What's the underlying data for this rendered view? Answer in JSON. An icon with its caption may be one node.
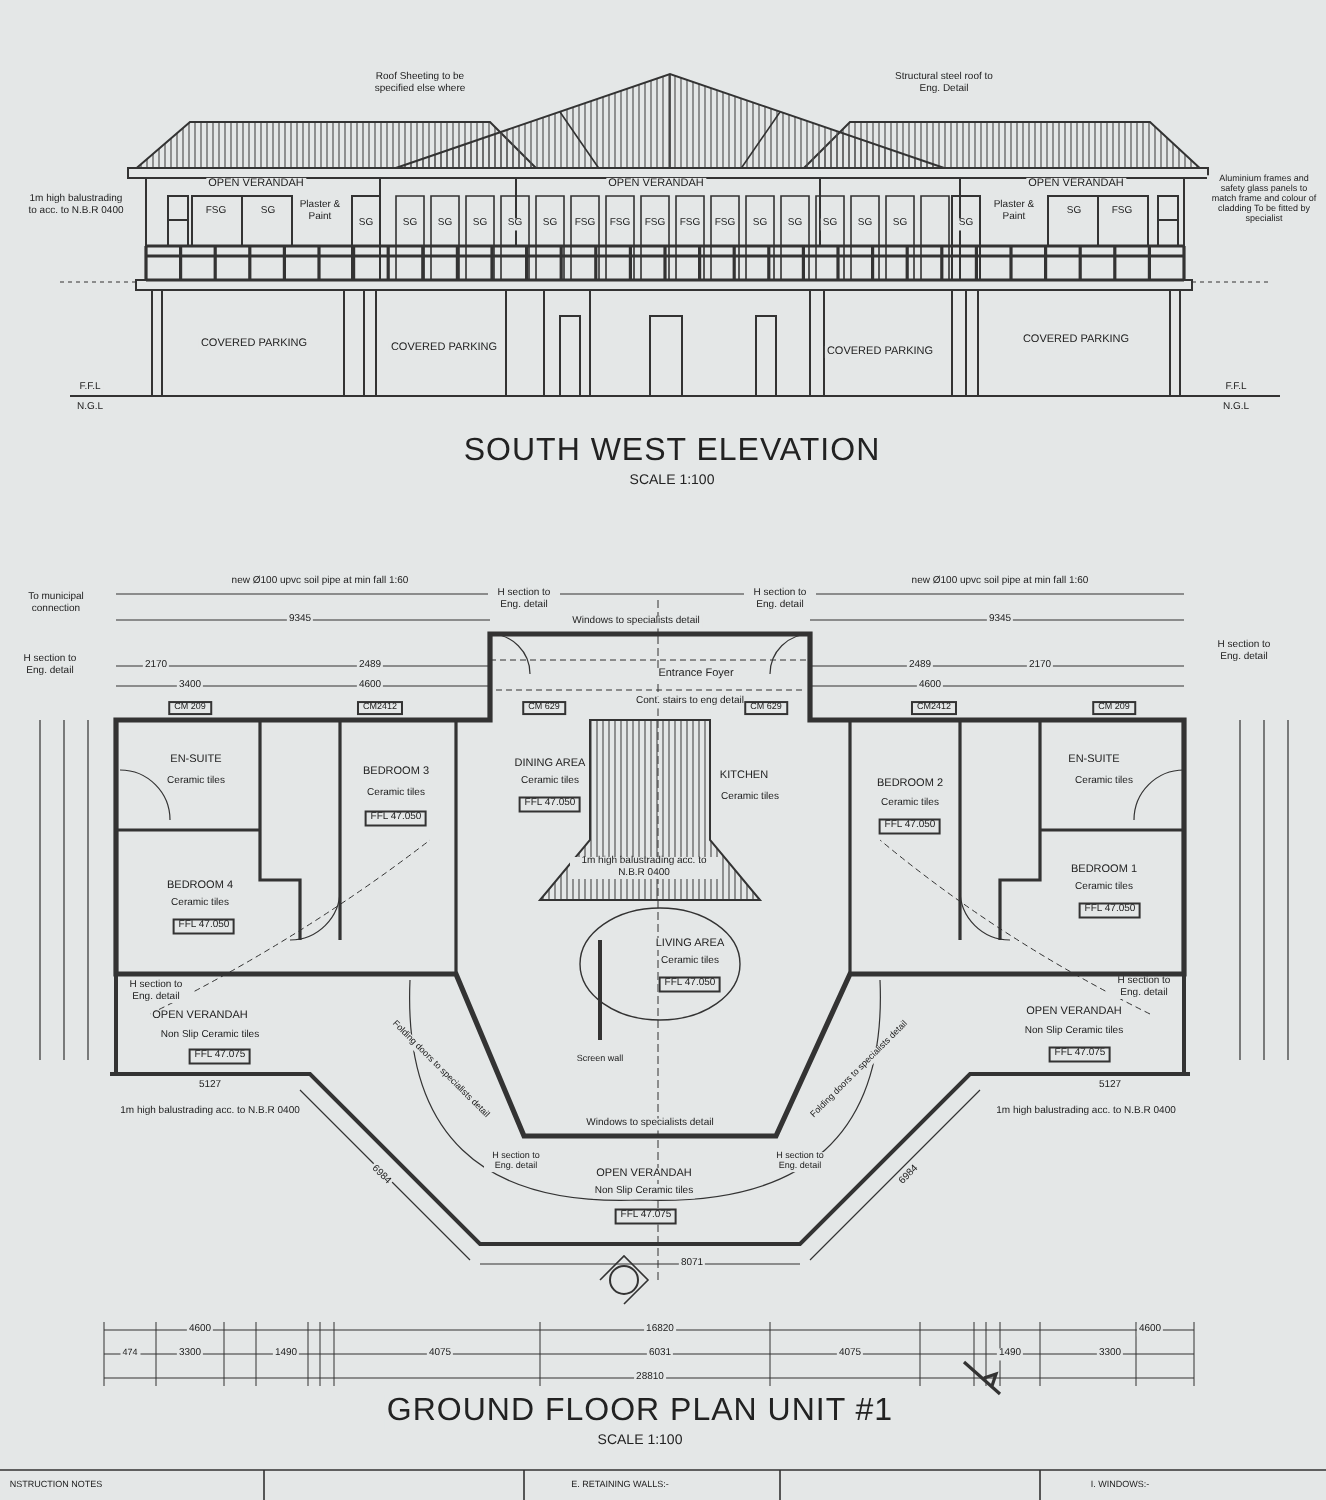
{
  "diagram": {
    "labels": [
      "Roof Sheeting to be specified else where",
      "Structural steel roof to Eng. Detail",
      "1m high balustrading to acc. to N.B.R 0400",
      "OPEN VERANDAH",
      "OPEN VERANDAH",
      "OPEN VERANDAH",
      "Aluminium frames and safety glass panels to match frame and colour of cladding To be fitted by specialist",
      "FSG",
      "SG",
      "Plaster & Paint",
      "SG",
      "SG",
      "SG",
      "SG",
      "SG",
      "SG",
      "FSG",
      "FSG",
      "FSG",
      "FSG",
      "FSG",
      "SG",
      "SG",
      "SG",
      "SG",
      "SG",
      "SG",
      "Plaster & Paint",
      "SG",
      "FSG",
      "COVERED PARKING",
      "COVERED PARKING",
      "COVERED PARKING",
      "COVERED PARKING",
      "F.F.L",
      "N.G.L",
      "F.F.L",
      "N.G.L",
      "SOUTH WEST ELEVATION",
      "SCALE 1:100",
      "To municipal connection",
      "new Ø100 upvc soil pipe at min fall 1:60",
      "9345",
      "H section to Eng. detail",
      "H section to Eng. detail",
      "2170",
      "2489",
      "3400",
      "4600",
      "Windows to specialists detail",
      "Entrance Foyer",
      "Cont. stairs to eng detail",
      "new Ø100 upvc soil pipe at min fall 1:60",
      "H section to Eng. detail",
      "9345",
      "2489",
      "2170",
      "4600",
      "H section to Eng. detail",
      "CM 209",
      "CM2412",
      "CM 629",
      "CM 629",
      "CM2412",
      "CM 209",
      "EN-SUITE",
      "Ceramic tiles",
      "BEDROOM 3",
      "Ceramic tiles",
      "FFL 47.050",
      "DINING AREA",
      "Ceramic tiles",
      "FFL 47.050",
      "KITCHEN",
      "Ceramic tiles",
      "BEDROOM 2",
      "Ceramic tiles",
      "FFL 47.050",
      "EN-SUITE",
      "Ceramic tiles",
      "BEDROOM 4",
      "Ceramic tiles",
      "FFL 47.050",
      "BEDROOM 1",
      "Ceramic tiles",
      "FFL 47.050",
      "1m high balustrading acc. to N.B.R 0400",
      "LIVING AREA",
      "Ceramic tiles",
      "FFL 47.050",
      "Screen wall",
      "H section to Eng. detail",
      "OPEN VERANDAH",
      "Non Slip Ceramic tiles",
      "FFL 47.075",
      "H section to Eng. detail",
      "OPEN VERANDAH",
      "Non Slip Ceramic tiles",
      "FFL 47.075",
      "5127",
      "1m high balustrading acc. to N.B.R 0400",
      "5127",
      "1m high balustrading acc. to N.B.R 0400",
      "Folding doors to specialists detail",
      "Folding doors to specialists detail",
      "Windows to specialists detail",
      "H section to Eng. detail",
      "H section to Eng. detail",
      "OPEN VERANDAH",
      "Non Slip Ceramic tiles",
      "FFL 47.075",
      "6984",
      "6984",
      "8071",
      "4600",
      "16820",
      "4600",
      "474",
      "3300",
      "1490",
      "4075",
      "6031",
      "4075",
      "1490",
      "3300",
      "28810",
      "GROUND FLOOR PLAN UNIT #1",
      "SCALE 1:100",
      "NSTRUCTION NOTES",
      "E. RETAINING WALLS:-",
      "I. WINDOWS:-"
    ]
  }
}
